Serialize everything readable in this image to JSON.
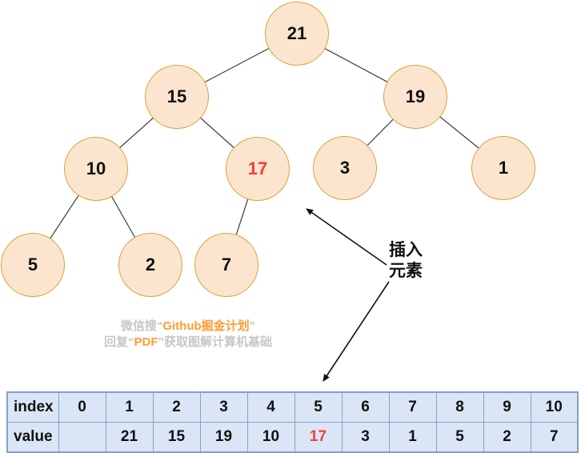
{
  "colors": {
    "node_fill": "#FCE5CE",
    "node_border": "#D8A33C",
    "edge_line": "#3B3B3B",
    "highlight_text": "#FA3B3B",
    "table_fill": "#DAE6F5",
    "table_border": "#84A0C8",
    "watermark_gray": "#C7C7C7",
    "watermark_orange": "#FF9C33",
    "text": "#111111"
  },
  "tree": {
    "nodes": [
      {
        "value": "21",
        "highlighted": false
      },
      {
        "value": "15",
        "highlighted": false
      },
      {
        "value": "19",
        "highlighted": false
      },
      {
        "value": "10",
        "highlighted": false
      },
      {
        "value": "17",
        "highlighted": true
      },
      {
        "value": "3",
        "highlighted": false
      },
      {
        "value": "1",
        "highlighted": false
      },
      {
        "value": "5",
        "highlighted": false
      },
      {
        "value": "2",
        "highlighted": false
      },
      {
        "value": "7",
        "highlighted": false
      }
    ],
    "edges": [
      [
        "21",
        "15"
      ],
      [
        "21",
        "19"
      ],
      [
        "15",
        "10"
      ],
      [
        "15",
        "17"
      ],
      [
        "19",
        "3"
      ],
      [
        "19",
        "1"
      ],
      [
        "10",
        "5"
      ],
      [
        "10",
        "2"
      ],
      [
        "17",
        "7"
      ]
    ]
  },
  "annotation": {
    "line1": "插入",
    "line2": "元素"
  },
  "watermark": {
    "line1": {
      "prefix": "微信搜“",
      "highlight": "Github掘金计划",
      "suffix": "”"
    },
    "line2": {
      "prefix": "回复“",
      "highlight": "PDF",
      "suffix": "”获取图解计算机基础"
    }
  },
  "heap_table": {
    "rows": [
      {
        "label": "index",
        "cells": [
          "0",
          "1",
          "2",
          "3",
          "4",
          "5",
          "6",
          "7",
          "8",
          "9",
          "10"
        ]
      },
      {
        "label": "value",
        "cells": [
          "",
          "21",
          "15",
          "19",
          "10",
          "17",
          "3",
          "1",
          "5",
          "2",
          "7"
        ]
      }
    ],
    "highlighted_cell": {
      "row": "value",
      "index_column": "5",
      "value": "17"
    }
  }
}
